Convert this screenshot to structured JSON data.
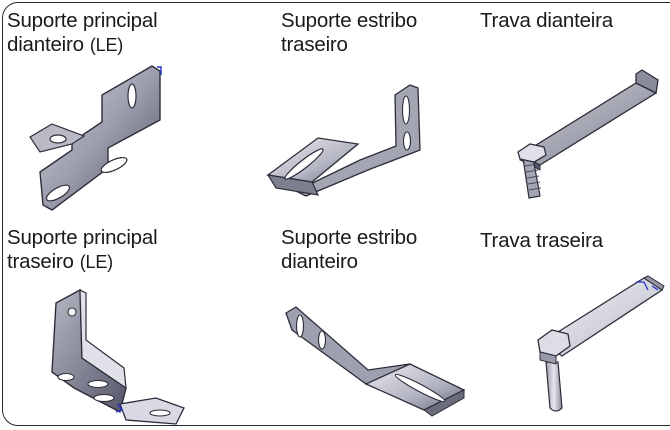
{
  "parts": [
    {
      "id": "main-front",
      "line1": "Suporte principal",
      "line2": "dianteiro",
      "side": "(LE)"
    },
    {
      "id": "stirrup-rear",
      "line1": "Suporte estribo",
      "line2": "traseiro"
    },
    {
      "id": "lock-front",
      "line1": "Trava dianteira"
    },
    {
      "id": "main-rear",
      "line1": "Suporte principal",
      "line2": "traseiro",
      "side": "(LE)"
    },
    {
      "id": "stirrup-front",
      "line1": "Suporte estribo",
      "line2": "dianteiro"
    },
    {
      "id": "lock-rear",
      "line1": "Trava traseira"
    }
  ],
  "colors": {
    "metal_light": "#c9cad4",
    "metal_mid": "#8e8fa0",
    "metal_dark": "#3d3d4c",
    "highlight": "#f1f1f6",
    "mark": "#2233cc"
  }
}
